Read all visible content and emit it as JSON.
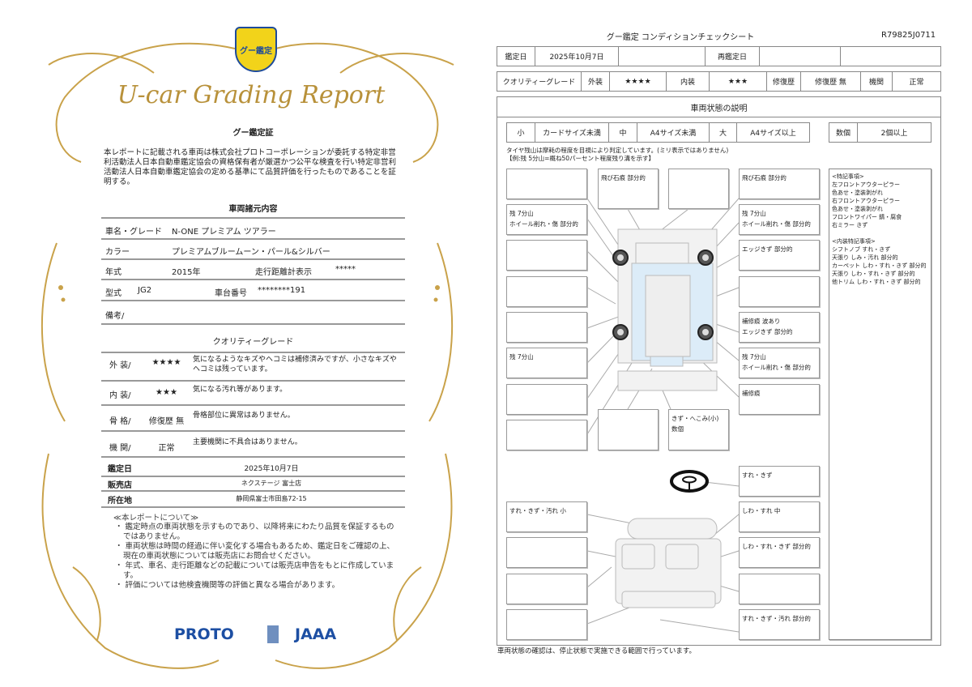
{
  "certificate": {
    "badge_text": "グー鑑定",
    "title": "U-car Grading Report",
    "subtitle": "グー鑑定証",
    "intro": "本レポートに記載される車両は株式会社プロトコーポレーションが委託する特定非営利活動法人日本自動車鑑定協会の資格保有者が厳選かつ公平な検査を行い特定非営利活動法人日本自動車鑑定協会の定める基準にて品質評価を行ったものであることを証明する。",
    "specs_heading": "車両諸元内容",
    "specs": {
      "name_label": "車名・グレード",
      "name": "N-ONE プレミアム ツアラー",
      "color_label": "カラー",
      "color": "プレミアムブルームーン・パール&シルバー",
      "year_label": "年式",
      "year": "2015年",
      "odometer_label": "走行距離計表示",
      "odometer": "*****",
      "model_label": "型式",
      "model": "JG2",
      "chassis_label": "車台番号",
      "chassis": "********191",
      "remarks_label": "備考/"
    },
    "grade_heading": "クオリティーグレード",
    "grades": [
      {
        "label": "外 装/",
        "value": "★★★★",
        "desc": "気になるようなキズやヘコミは補修済みですが、小さなキズやヘコミは残っています。"
      },
      {
        "label": "内 装/",
        "value": "★★★",
        "desc": "気になる汚れ等があります。"
      },
      {
        "label": "骨 格/",
        "value": "修復歴 無",
        "desc": "骨格部位に異常はありません。"
      },
      {
        "label": "機 関/",
        "value": "正常",
        "desc": "主要機関に不具合はありません。"
      }
    ],
    "info": [
      {
        "label": "鑑定日",
        "value": "2025年10月7日"
      },
      {
        "label": "販売店",
        "value": "ネクステージ 富士店"
      },
      {
        "label": "所在地",
        "value": "静岡県富士市田島72-15"
      }
    ],
    "notes_heading": "≪本レポートについて≫",
    "notes": [
      "・ 鑑定時点の車両状態を示すものであり、以降将来にわたり品質を保証するものではありません。",
      "・ 車両状態は時間の経過に伴い変化する場合もあるため、鑑定日をご確認の上、現在の車両状態については販売店にお問合せください。",
      "・ 年式、車名、走行距離などの記載については販売店申告をもとに作成しています。",
      "・ 評価については他検査機関等の評価と異なる場合があります。"
    ],
    "logos": {
      "proto": "PROTO",
      "jaaa": "JAAA"
    },
    "gold": "#b8913a"
  },
  "sheet": {
    "title": "グー鑑定  コンディションチェックシート",
    "id": "R79825J0711",
    "row1": {
      "date_label": "鑑定日",
      "date": "2025年10月7日",
      "redate_label": "再鑑定日"
    },
    "row2": {
      "grade_label": "クオリティーグレード",
      "ext_label": "外装",
      "ext": "★★★★",
      "int_label": "内装",
      "int": "★★★",
      "repair_label": "修復歴",
      "repair": "修復歴 無",
      "engine_label": "機関",
      "engine": "正常"
    },
    "section_title": "車両状態の説明",
    "sizes": {
      "s": "小",
      "s_desc": "カードサイズ未満",
      "m": "中",
      "m_desc": "A4サイズ未満",
      "l": "大",
      "l_desc": "A4サイズ以上",
      "n": "数個",
      "n_desc": "2個以上"
    },
    "tire_note1": "タイヤ残山は摩耗の程度を目視により判定しています。(ミリ表示ではありません)",
    "tire_note2": "【例:残 5分山=概ね50パーセント程度残り溝を示す】",
    "exterior_left": [
      "",
      "残 7分山\nホイール削れ・傷 部分的",
      "",
      "",
      "",
      "残 7分山",
      "",
      ""
    ],
    "exterior_top": [
      "飛び石痕 部分的",
      ""
    ],
    "exterior_bottom": [
      "",
      "きず・へこみ(小) 数個"
    ],
    "exterior_right": [
      "飛び石痕 部分的",
      "残 7分山\nホイール削れ・傷 部分的",
      "エッジきず 部分的",
      "",
      "補修痕 波あり\nエッジきず 部分的",
      "残 7分山\nホイール削れ・傷 部分的",
      "補修痕"
    ],
    "interior_left": [
      "すれ・きず・汚れ 小",
      "",
      "",
      ""
    ],
    "interior_right": [
      "すれ・きず",
      "しわ・すれ 中",
      "しわ・すれ・きず 部分的",
      "",
      "すれ・きず・汚れ 部分的"
    ],
    "special_notes": "<特記事項>\n左フロントアウターピラー\n色あせ・塗装剥がれ\n右フロントアウターピラー\n色あせ・塗装剥がれ\nフロントワイパー 錆・腐食\n右ミラー きず\n\n<内装特記事項>\nシフトノブ すれ・きず\n天張り しみ・汚れ 部分的\nカーペット しわ・すれ・きず 部分的\n天張り しわ・すれ・きず 部分的\n他トリム しわ・すれ・きず 部分的",
    "footer": "車両状態の確認は、停止状態で実施できる範囲で行っています。"
  }
}
